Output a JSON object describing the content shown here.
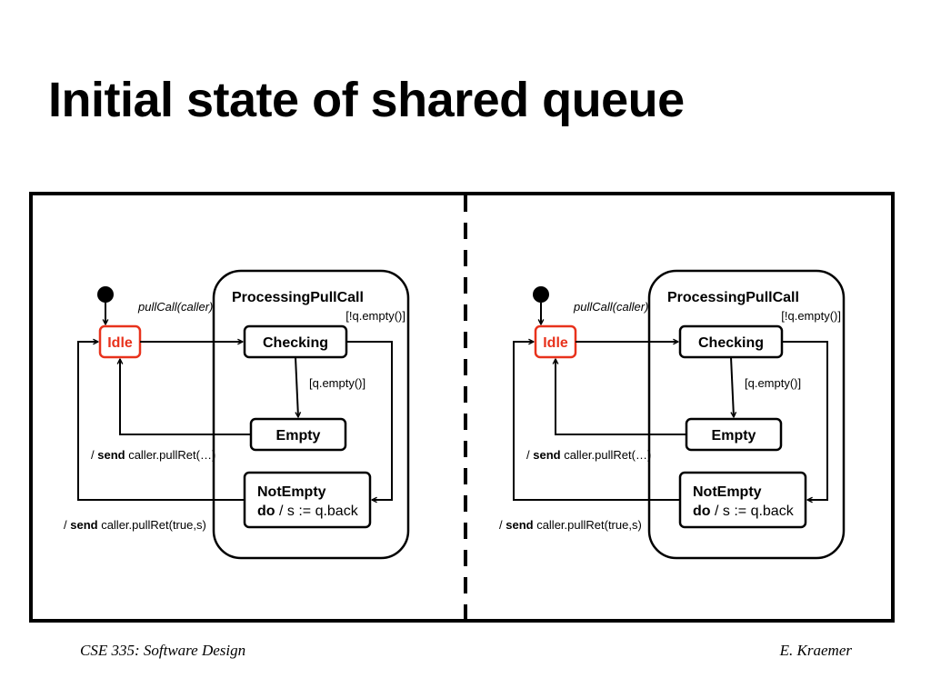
{
  "slide": {
    "title": "Initial state of shared queue"
  },
  "diagram": {
    "panels": [
      {
        "composite_label": "ProcessingPullCall",
        "idle_label": "Idle",
        "checking_label": "Checking",
        "empty_label": "Empty",
        "notempty_label": "NotEmpty",
        "notempty_do_keyword": "do",
        "notempty_do_action": " / s := q.back",
        "trigger_pullcall": "pullCall(caller)",
        "guard_not_empty": "[!q.empty()]",
        "guard_empty": "[q.empty()]",
        "action_send_prefix": "/ ",
        "action_send_keyword": "send",
        "action_empty_return": " caller.pullRet(…)",
        "action_notempty_return": " caller.pullRet(true,s)"
      },
      {
        "composite_label": "ProcessingPullCall",
        "idle_label": "Idle",
        "checking_label": "Checking",
        "empty_label": "Empty",
        "notempty_label": "NotEmpty",
        "notempty_do_keyword": "do",
        "notempty_do_action": " / s := q.back",
        "trigger_pullcall": "pullCall(caller)",
        "guard_not_empty": "[!q.empty()]",
        "guard_empty": "[q.empty()]",
        "action_send_prefix": "/ ",
        "action_send_keyword": "send",
        "action_empty_return": " caller.pullRet(…)",
        "action_notempty_return": " caller.pullRet(true,s)"
      }
    ],
    "colors": {
      "active_state": "#e8321c",
      "line": "#000000"
    }
  },
  "footer": {
    "left": "CSE 335: Software Design",
    "right": "E. Kraemer"
  }
}
